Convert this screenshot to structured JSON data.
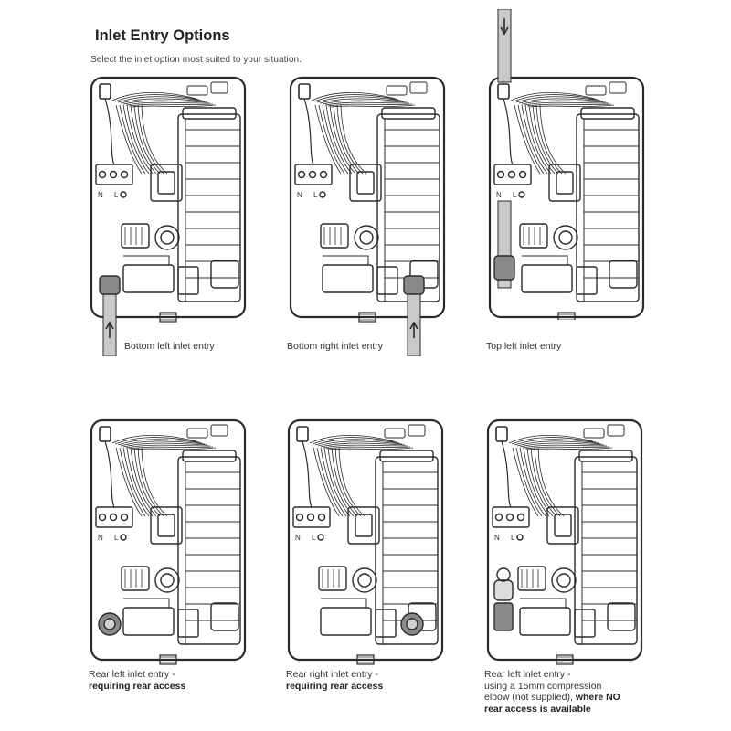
{
  "heading": {
    "title": "Inlet Entry Options",
    "subtitle": "Select the inlet option most suited to your situation."
  },
  "terminal_labels": {
    "neutral": "N",
    "live": "L"
  },
  "options": [
    {
      "variant": "bottom-left",
      "caption": "Bottom left inlet entry"
    },
    {
      "variant": "bottom-right",
      "caption": "Bottom right inlet entry"
    },
    {
      "variant": "top-left",
      "caption": "Top left inlet entry"
    },
    {
      "variant": "rear-left",
      "caption": "Rear left inlet entry -",
      "caption_bold": "requiring rear access"
    },
    {
      "variant": "rear-right",
      "caption": "Rear right inlet entry -",
      "caption_bold": "requiring rear access"
    },
    {
      "variant": "elbow",
      "caption": "Rear left inlet entry -",
      "caption_line2": "using a 15mm compression",
      "caption_line3": "elbow (not supplied),",
      "caption_bold_inline": "where NO",
      "caption_bold": "rear access is available"
    }
  ],
  "colors": {
    "line": "#2b2b2b",
    "pipe": "#c9c9c9",
    "fitting": "#8a8a8a"
  }
}
